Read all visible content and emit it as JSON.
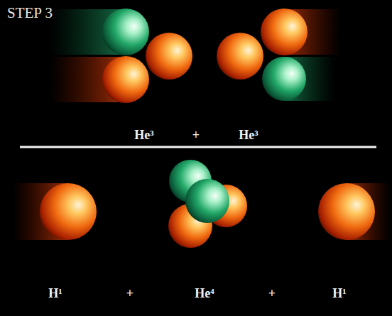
{
  "diagram": {
    "title": "STEP 3",
    "labels": [
      "He³",
      "+",
      "He³",
      "H¹",
      "+",
      "He⁴",
      "+",
      "H¹"
    ]
  }
}
